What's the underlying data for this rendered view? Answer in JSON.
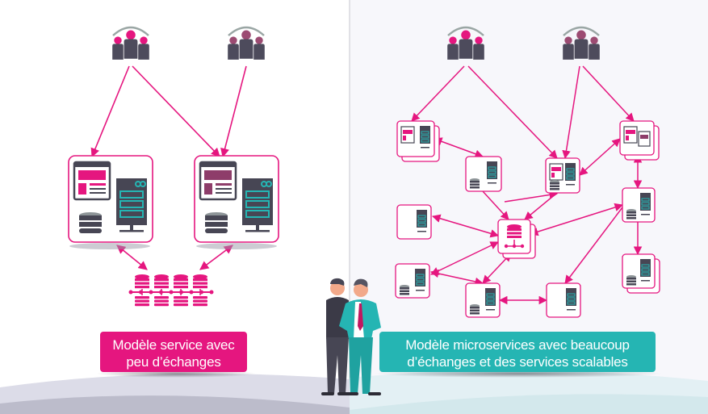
{
  "diagram": {
    "left_panel": {
      "title_line1": "Modèle service avec",
      "title_line2": "peu d’échanges",
      "accent_color": "#e5167f",
      "background": "#ffffff",
      "user_groups": [
        {
          "id": "users-a",
          "head_color": "#e5167f"
        },
        {
          "id": "users-b",
          "head_color": "#9c4b72"
        }
      ],
      "services": [
        {
          "id": "monolith-a",
          "components": [
            "web-app",
            "database",
            "server"
          ],
          "accent": "#e5167f"
        },
        {
          "id": "monolith-b",
          "components": [
            "web-app",
            "database",
            "server"
          ],
          "accent": "#8e3d6a"
        }
      ],
      "shared_storage": {
        "id": "database-cluster",
        "count": 4
      },
      "connections": [
        {
          "from": "users-a",
          "to": "monolith-a",
          "type": "one-way"
        },
        {
          "from": "users-a",
          "to": "monolith-b",
          "type": "one-way"
        },
        {
          "from": "users-b",
          "to": "monolith-b",
          "type": "one-way"
        },
        {
          "from": "monolith-a",
          "to": "database-cluster",
          "type": "two-way"
        },
        {
          "from": "monolith-b",
          "to": "database-cluster",
          "type": "two-way"
        }
      ]
    },
    "right_panel": {
      "title_line1": "Modèle microservices avec beaucoup",
      "title_line2": "d’échanges et des services scalables",
      "accent_color": "#25b5b3",
      "background": "#f7f7fb",
      "user_groups": [
        {
          "id": "users-c",
          "head_color": "#e5167f"
        },
        {
          "id": "users-d",
          "head_color": "#9c4b72"
        }
      ],
      "services": [
        {
          "id": "ms-webapp-1",
          "kind": "web+server",
          "scaled": true
        },
        {
          "id": "ms-db-server-1",
          "kind": "db+server",
          "scaled": false
        },
        {
          "id": "ms-webapp-2",
          "kind": "web+db+server",
          "scaled": false
        },
        {
          "id": "ms-webapp-3",
          "kind": "web",
          "scaled": true
        },
        {
          "id": "ms-server-1",
          "kind": "server",
          "scaled": false
        },
        {
          "id": "ms-db-central",
          "kind": "database",
          "scaled": true
        },
        {
          "id": "ms-db-server-2",
          "kind": "db+server",
          "scaled": false
        },
        {
          "id": "ms-db-server-3",
          "kind": "db+server",
          "scaled": false
        },
        {
          "id": "ms-db-server-4",
          "kind": "db+server",
          "scaled": false
        },
        {
          "id": "ms-server-2",
          "kind": "server",
          "scaled": false
        },
        {
          "id": "ms-db-server-5",
          "kind": "db+server",
          "scaled": true
        }
      ]
    },
    "figures": {
      "caption": "two businessmen standing back to back"
    }
  }
}
